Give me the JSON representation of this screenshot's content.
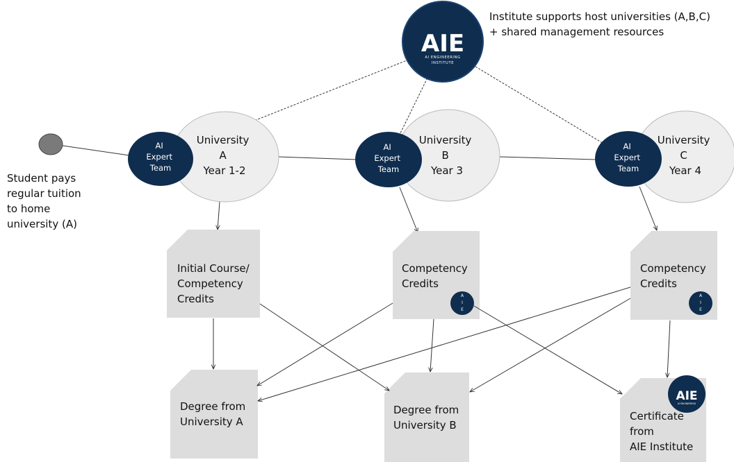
{
  "institute": {
    "logo_text": "AIE",
    "logo_subtitle_1": "AI ENGINEERING",
    "logo_subtitle_2": "INSTITUTE",
    "note_line_1": "Institute supports host universities (A,B,C)",
    "note_line_2": "+ shared management resources"
  },
  "student": {
    "note_lines": [
      "Student pays",
      "regular tuition",
      "to home",
      "university (A)"
    ]
  },
  "universities": [
    {
      "lines": [
        "University",
        "A",
        "Year 1-2"
      ],
      "team_lines": [
        "AI",
        "Expert",
        "Team"
      ]
    },
    {
      "lines": [
        "University",
        "B",
        "Year 3"
      ],
      "team_lines": [
        "AI",
        "Expert",
        "Team"
      ]
    },
    {
      "lines": [
        "University",
        "C",
        "Year 4"
      ],
      "team_lines": [
        "AI",
        "Expert",
        "Team"
      ]
    }
  ],
  "credits": [
    {
      "lines": [
        "Initial Course/",
        "Competency",
        "Credits"
      ]
    },
    {
      "lines": [
        "Competency",
        "Credits"
      ],
      "badge_letters": [
        "A",
        "I",
        "E"
      ]
    },
    {
      "lines": [
        "Competency",
        "Credits"
      ],
      "badge_letters": [
        "A",
        "I",
        "E"
      ]
    }
  ],
  "outcomes": [
    {
      "lines": [
        "Degree from",
        "University A"
      ]
    },
    {
      "lines": [
        "Degree from",
        "University B"
      ]
    },
    {
      "lines": [
        "Certificate",
        "from",
        "AIE Institute"
      ],
      "logo_text": "AIE",
      "logo_subtitle": "AI ENGINEERING"
    }
  ],
  "colors": {
    "navy": "#0f2d4e",
    "ellipse_fill": "#eeeeee",
    "ellipse_stroke": "#b9b9b9",
    "doc_fill": "#dddddd",
    "student_fill": "#7a7a7a"
  }
}
